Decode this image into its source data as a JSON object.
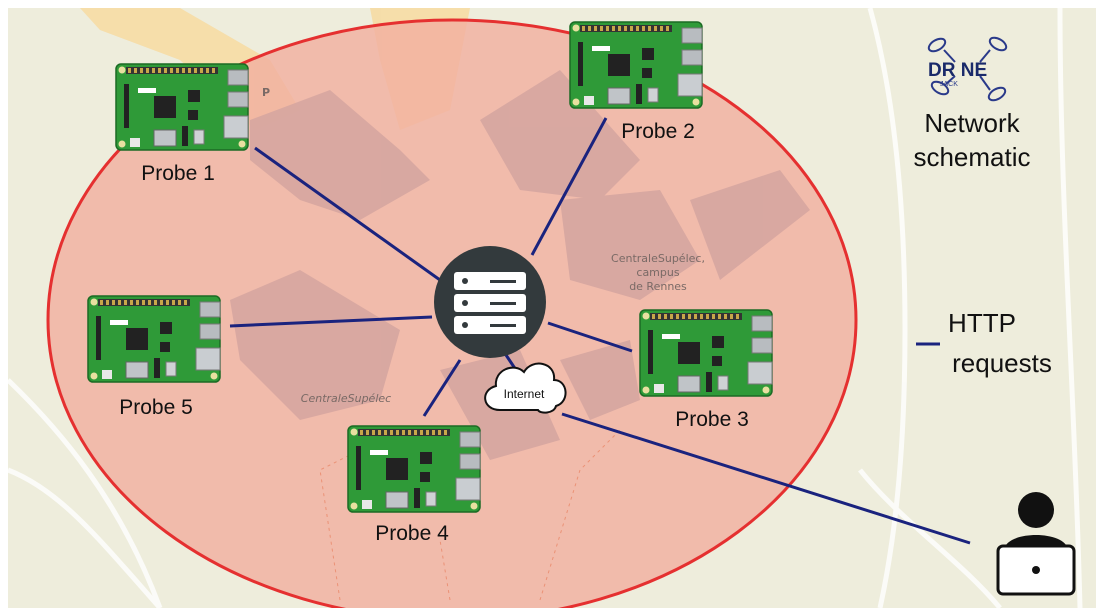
{
  "logo": {
    "text": "DR NE",
    "subtext": "JACK"
  },
  "title": {
    "line1": "Network",
    "line2": "schematic"
  },
  "legend": {
    "line1": "HTTP",
    "line2": "requests"
  },
  "probes": [
    {
      "label": "Probe 1"
    },
    {
      "label": "Probe 2"
    },
    {
      "label": "Probe 3"
    },
    {
      "label": "Probe 4"
    },
    {
      "label": "Probe 5"
    }
  ],
  "cloud": {
    "label": "Internet"
  },
  "map": {
    "place1_line1": "CentraleSupélec,",
    "place1_line2": "campus",
    "place1_line3": "de Rennes",
    "place2": "CentraleSupélec",
    "parking": "P"
  },
  "colors": {
    "link": "#1a237e",
    "zone_stroke": "#e53030",
    "zone_fill": "#f2b0a0",
    "map_bg": "#eeeddc",
    "board": "#2f9a38",
    "server": "#333a3d"
  }
}
